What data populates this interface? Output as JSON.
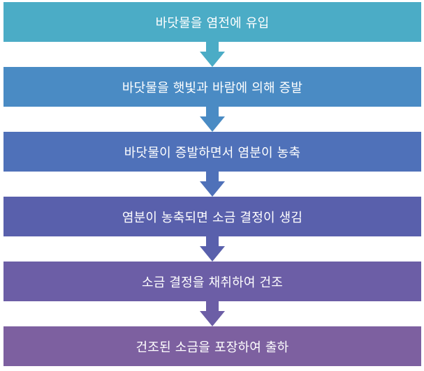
{
  "steps": [
    {
      "label": "바닷물을 염전에 유입",
      "color": "#4bacc6"
    },
    {
      "label": "바닷물을 햇빛과 바람에 의해 증발",
      "color": "#4a8bc4"
    },
    {
      "label": "바닷물이 증발하면서 염분이 농축",
      "color": "#4f71b9"
    },
    {
      "label": "염분이 농축되면 소금 결정이 생김",
      "color": "#5960ac"
    },
    {
      "label": "소금 결정을 채취하여 건조",
      "color": "#6c5ea6"
    },
    {
      "label": "건조된 소금을 포장하여 출하",
      "color": "#7d60a0"
    }
  ],
  "arrows": [
    {
      "color": "#4bacc6"
    },
    {
      "color": "#4a8bc4"
    },
    {
      "color": "#4f71b9"
    },
    {
      "color": "#5960ac"
    },
    {
      "color": "#6c5ea6"
    }
  ]
}
